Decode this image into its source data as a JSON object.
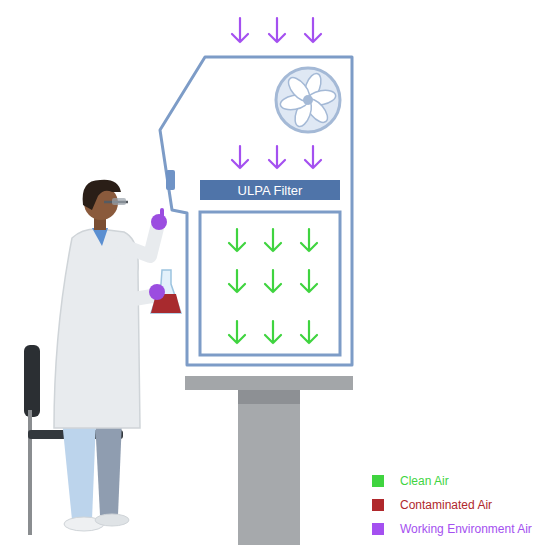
{
  "diagram": {
    "nodes": [
      {
        "text": [
          "ULPA Filter"
        ]
      }
    ],
    "legend": [
      {
        "text": "Clean Air",
        "color": "#3fd43f"
      },
      {
        "text": "Contaminated Air",
        "color": "#b0282c"
      },
      {
        "text": "Working Environment Air",
        "color": "#a450f0"
      }
    ]
  }
}
